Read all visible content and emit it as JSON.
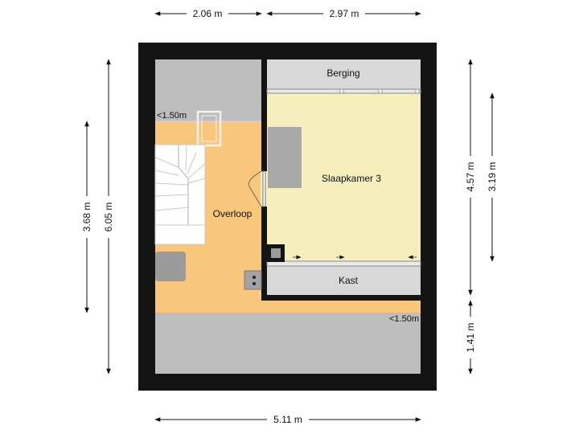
{
  "rooms": {
    "berging": "Berging",
    "slaapkamer": "Slaapkamer 3",
    "overloop": "Overloop",
    "kast": "Kast"
  },
  "height_notes": {
    "top_left": "<1.50m",
    "bottom_right": "<1.50m"
  },
  "dimensions": {
    "top_left_width": "2.06 m",
    "top_right_width": "2.97 m",
    "bottom_width": "5.11 m",
    "left_inner_height": "3.68 m",
    "left_total_height": "6.05 m",
    "right_upper_height": "4.57 m",
    "right_inner_height": "3.19 m",
    "right_lower_height": "1.41 m"
  },
  "colors": {
    "wall": "#141414",
    "overloop_floor": "#f8c77c",
    "bedroom_floor": "#f6eebc",
    "low_ceiling": "#bdbdbd",
    "built_in": "#d8d8d8",
    "furniture": "#9a9a9a"
  }
}
